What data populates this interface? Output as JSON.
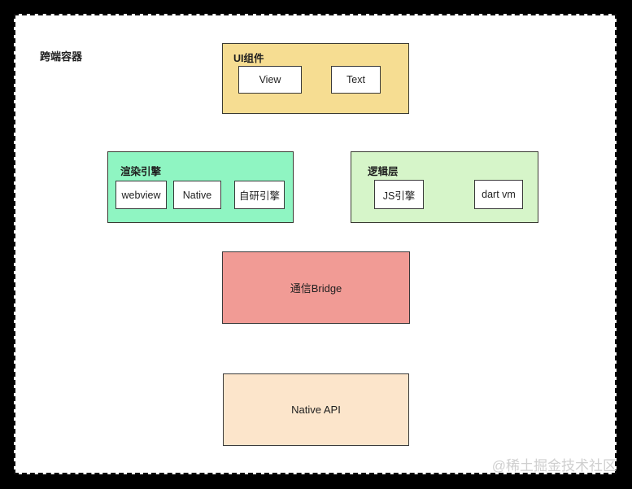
{
  "canvas": {
    "container_label": "跨端容器",
    "watermark": "@稀土掘金技术社区"
  },
  "colors": {
    "outer_background": "#000000",
    "page_background": "#FFFFFF",
    "dashed_border": "#0D0D0D",
    "box_border": "#3A3A3A",
    "ui_group": "#F6DD92",
    "render_group": "#8FF5C2",
    "logic_group": "#D6F5C9",
    "bridge_block": "#F19B95",
    "native_api_block": "#FCE5CB",
    "watermark_text": "#CFCFCF"
  },
  "groups": {
    "ui": {
      "label": "UI组件",
      "items": {
        "view": "View",
        "text": "Text"
      }
    },
    "render": {
      "label": "渲染引擎",
      "items": {
        "webview": "webview",
        "native": "Native",
        "custom": "自研引擎"
      }
    },
    "logic": {
      "label": "逻辑层",
      "items": {
        "js": "JS引擎",
        "dart": "dart vm"
      }
    },
    "bridge": {
      "label": "通信Bridge"
    },
    "native_api": {
      "label": "Native API"
    }
  }
}
